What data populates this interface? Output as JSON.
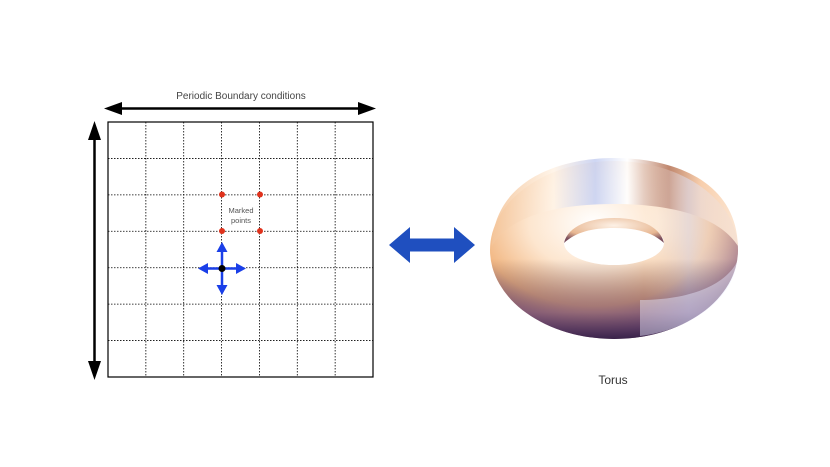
{
  "grid_panel": {
    "title": "Periodic Boundary conditions",
    "annotation_line1": "Marked",
    "annotation_line2": "points",
    "rows": 7,
    "cols": 7
  },
  "torus_panel": {
    "label": "Torus"
  },
  "colors": {
    "marked_point": "#e0321c",
    "center_point": "#000000",
    "move_arrows": "#1a3fe8",
    "equivalence_arrow": "#1f4fbf",
    "grid_line": "#000000"
  }
}
